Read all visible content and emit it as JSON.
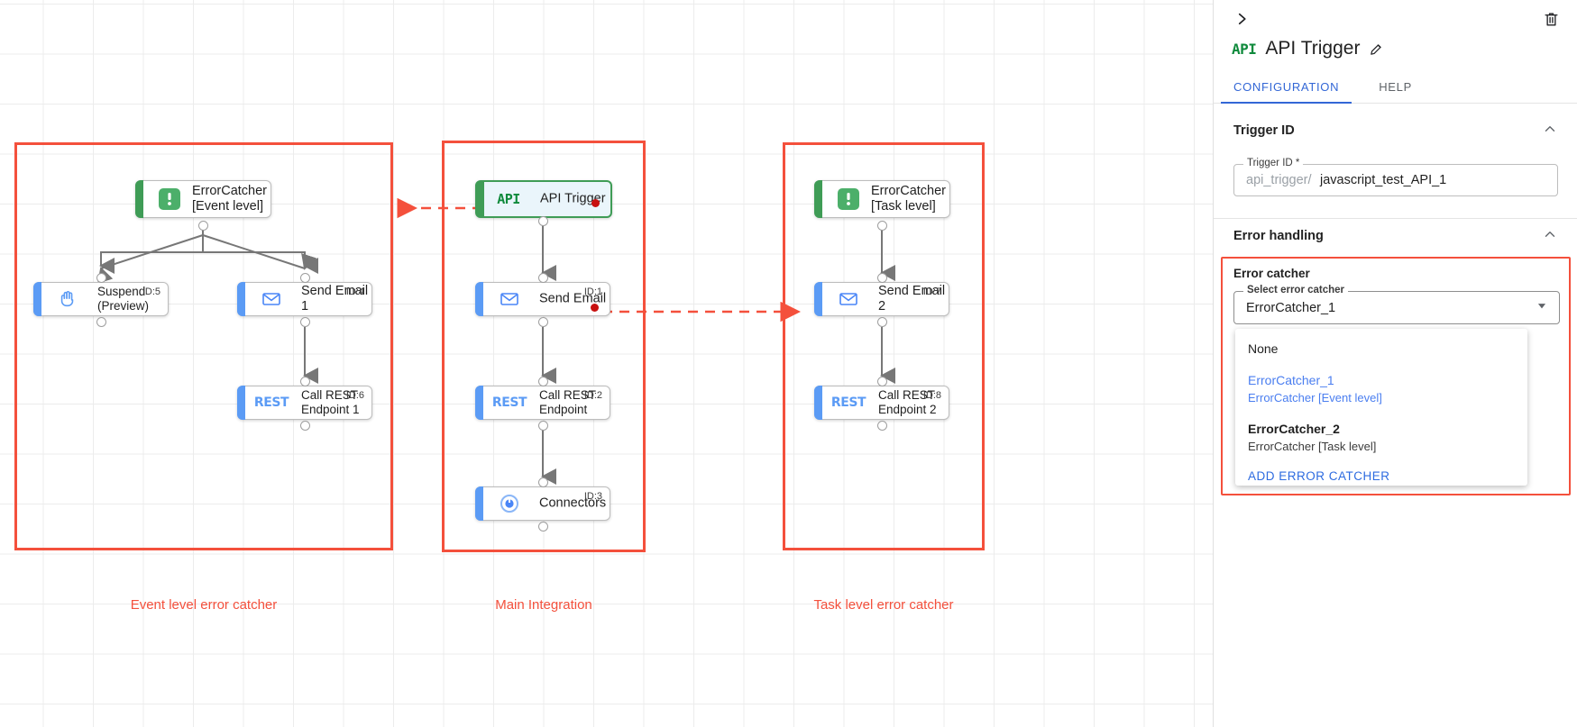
{
  "canvas": {
    "groups": [
      {
        "label": "Event level error catcher"
      },
      {
        "label": "Main Integration"
      },
      {
        "label": "Task level error catcher"
      }
    ],
    "nodes": {
      "errorcatcher_event": {
        "title": "ErrorCatcher\n[Event level]",
        "id": "",
        "icon": "error-catcher-icon"
      },
      "suspend": {
        "title": "Suspend\n(Preview)",
        "id": "ID:5",
        "icon": "hand-icon"
      },
      "send_email_1": {
        "title": "Send Email 1",
        "id": "ID:4",
        "icon": "envelope-icon"
      },
      "call_rest_1": {
        "title": "Call REST\nEndpoint 1",
        "id": "ID:6",
        "icon": "rest-icon",
        "glyph": "REST"
      },
      "api_trigger": {
        "title": "API Trigger",
        "id": "",
        "icon": "api-icon",
        "glyph": "API"
      },
      "send_email": {
        "title": "Send Email",
        "id": "ID:1",
        "icon": "envelope-icon"
      },
      "call_rest": {
        "title": "Call REST\nEndpoint",
        "id": "ID:2",
        "icon": "rest-icon",
        "glyph": "REST"
      },
      "connectors": {
        "title": "Connectors",
        "id": "ID:3",
        "icon": "connectors-icon"
      },
      "errorcatcher_task": {
        "title": "ErrorCatcher\n[Task level]",
        "id": "",
        "icon": "error-catcher-icon"
      },
      "send_email_2": {
        "title": "Send Email 2",
        "id": "ID:7",
        "icon": "envelope-icon"
      },
      "call_rest_2": {
        "title": "Call REST\nEndpoint 2",
        "id": "ID:8",
        "icon": "rest-icon",
        "glyph": "REST"
      }
    },
    "colors": {
      "group_border": "#f4503c",
      "error_link": "#f4503c",
      "node_accent_blue": "#5b9bf5",
      "node_accent_green": "#3f9c56",
      "error_dot": "#c8100f"
    }
  },
  "panel": {
    "collapse_label": "›",
    "delete_label": "delete",
    "title": "API Trigger",
    "icon_glyph": "API",
    "tabs": [
      {
        "label": "CONFIGURATION",
        "active": true
      },
      {
        "label": "HELP",
        "active": false
      }
    ],
    "sections": {
      "trigger_id": {
        "heading": "Trigger ID",
        "field_label": "Trigger ID *",
        "prefix": "api_trigger/",
        "value": "javascript_test_API_1"
      },
      "error_handling": {
        "heading": "Error handling",
        "box_title": "Error catcher",
        "select_label": "Select error catcher",
        "select_value": "ErrorCatcher_1",
        "options": [
          {
            "primary": "None",
            "secondary": "",
            "selected": false,
            "bold": false
          },
          {
            "primary": "ErrorCatcher_1",
            "secondary": "ErrorCatcher [Event level]",
            "selected": true,
            "bold": false
          },
          {
            "primary": "ErrorCatcher_2",
            "secondary": "ErrorCatcher [Task level]",
            "selected": false,
            "bold": true
          }
        ],
        "action_label": "ADD ERROR CATCHER"
      }
    }
  }
}
